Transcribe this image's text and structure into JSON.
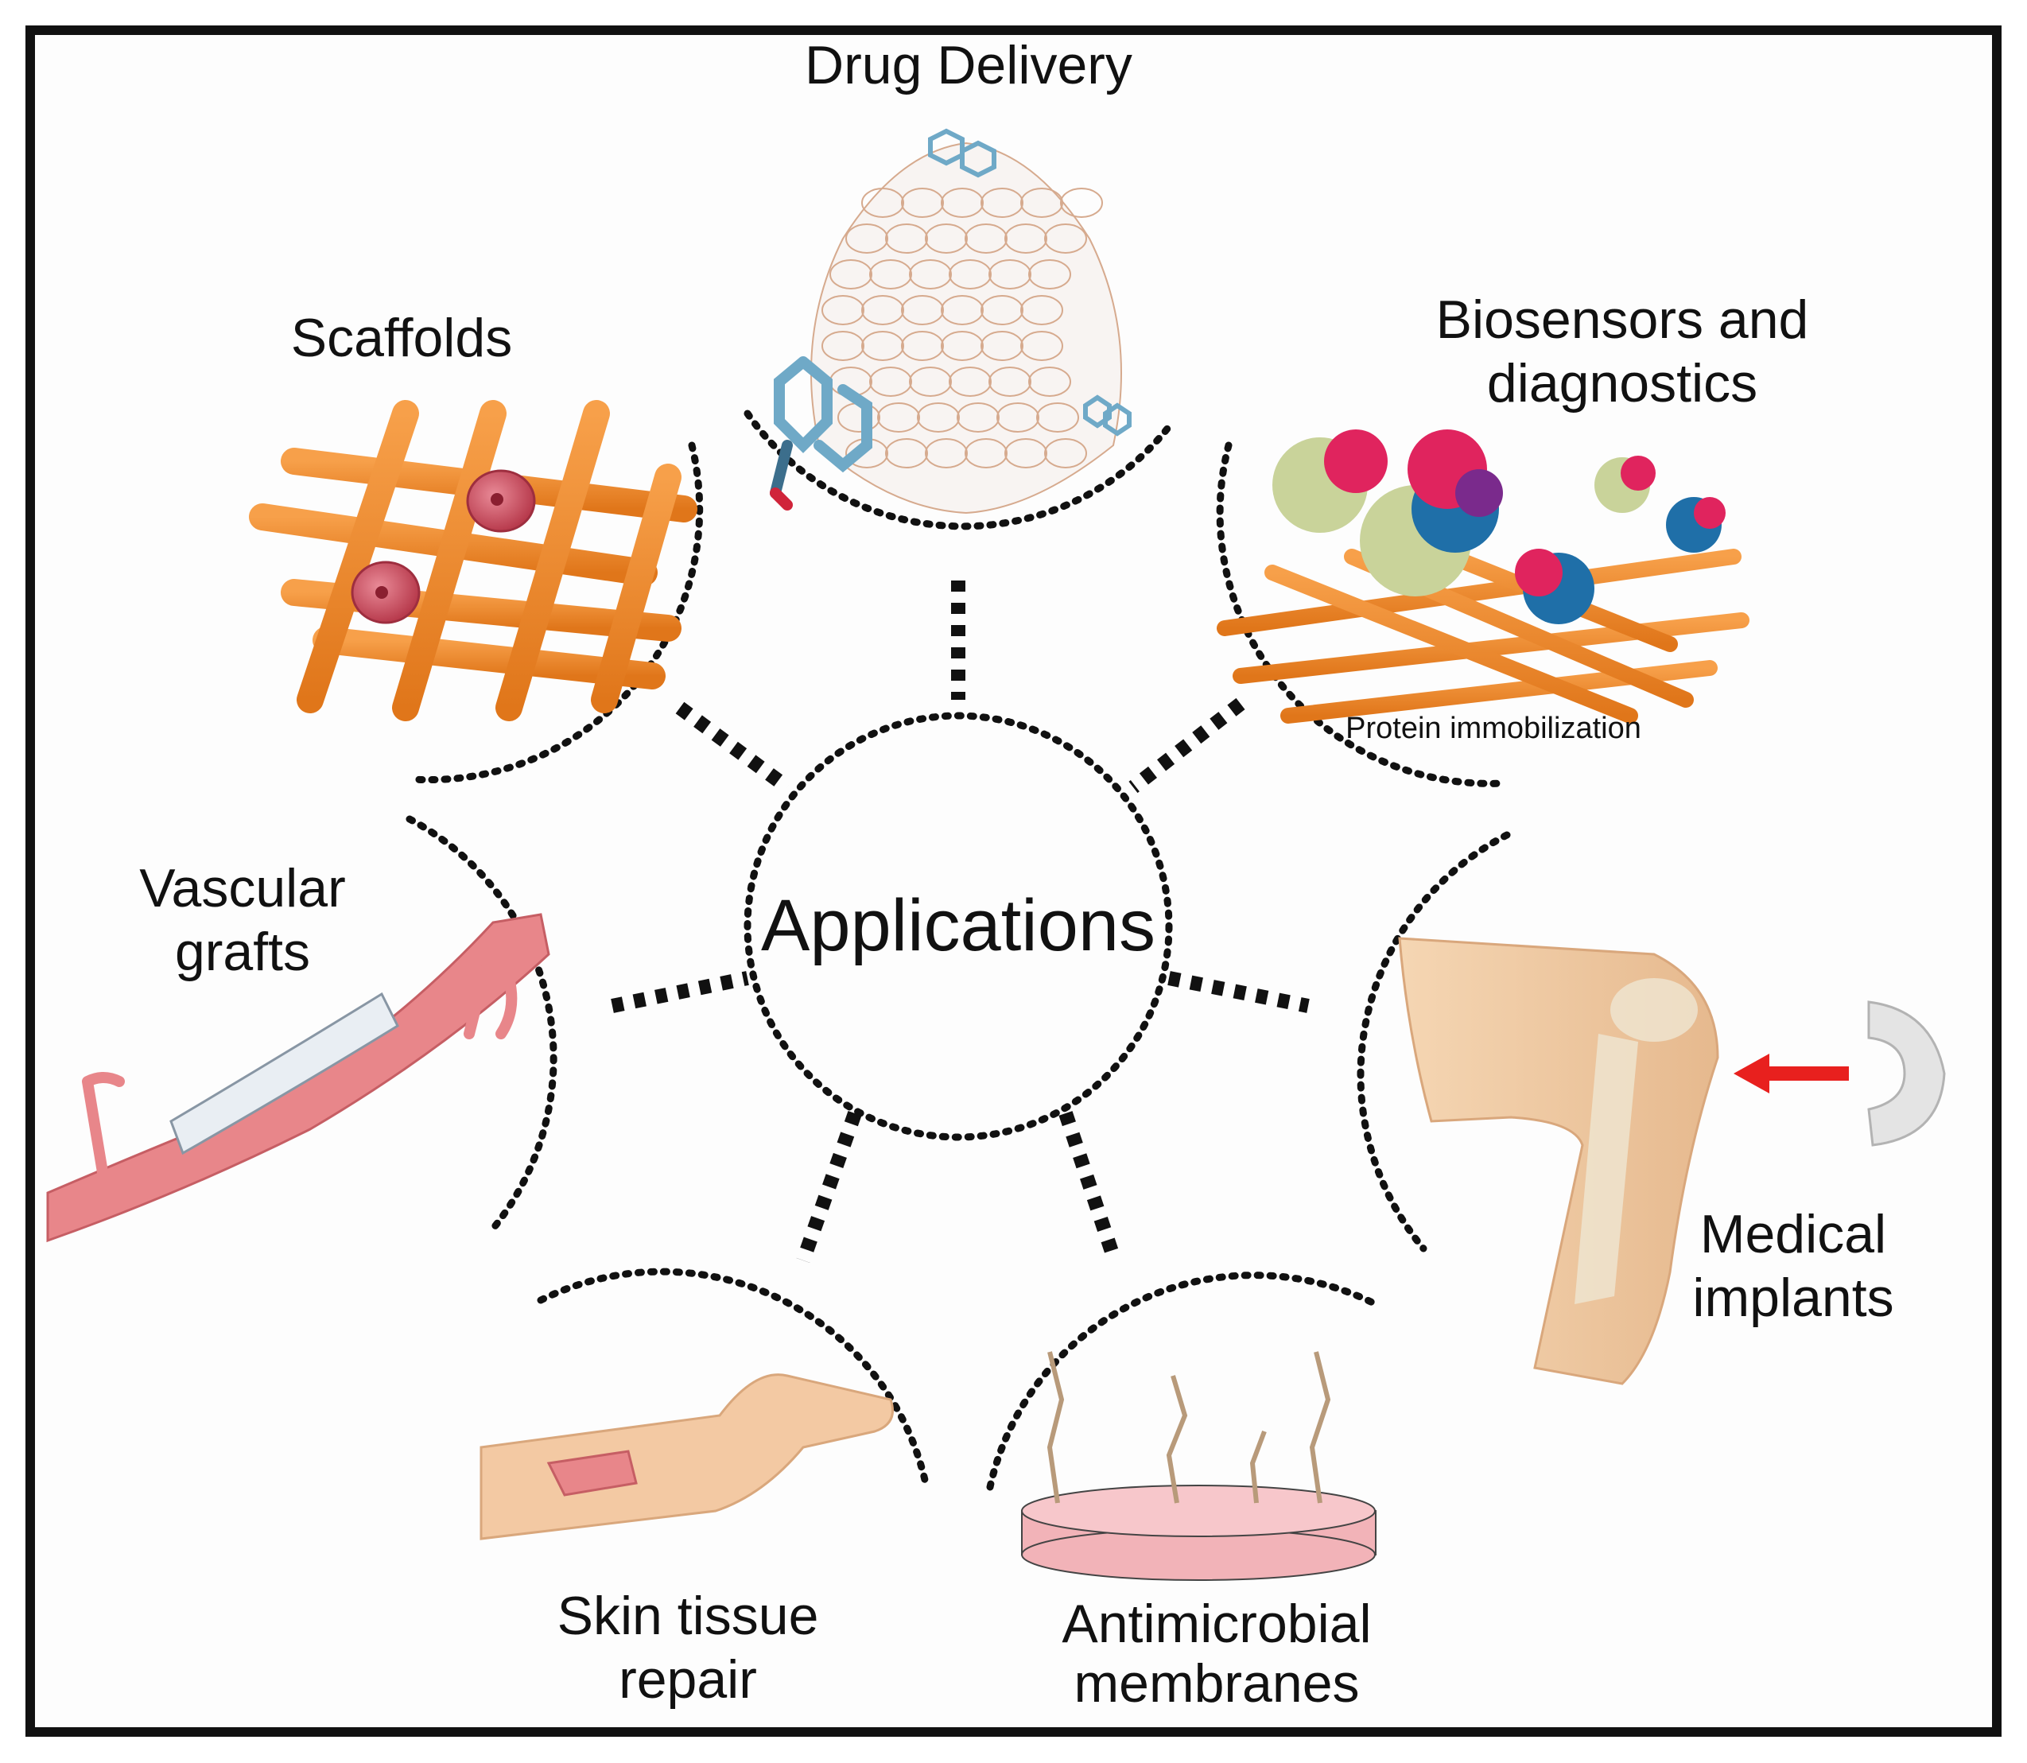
{
  "center": {
    "label": "Applications"
  },
  "nodes": {
    "drug_delivery": {
      "label": "Drug Delivery"
    },
    "scaffolds": {
      "label": "Scaffolds"
    },
    "biosensors": {
      "label_line1": "Biosensors and",
      "label_line2": "diagnostics",
      "caption": "Protein immobilization"
    },
    "vascular": {
      "label_line1": "Vascular",
      "label_line2": "grafts"
    },
    "medical": {
      "label_line1": "Medical",
      "label_line2": "implants"
    },
    "skin": {
      "label_line1": "Skin tissue",
      "label_line2": "repair"
    },
    "antimicrobial": {
      "label_line1": "Antimicrobial",
      "label_line2": "membranes"
    }
  },
  "colors": {
    "fiber": "#f0891e",
    "cell": "#c8475a",
    "vessel": "#e8868a",
    "skin": "#f3c9a3",
    "protein_pink": "#e0245e",
    "protein_blue": "#1f6fa8",
    "protein_green": "#c9d39a",
    "arrow": "#e8201e",
    "disk": "#f2b3b8"
  }
}
